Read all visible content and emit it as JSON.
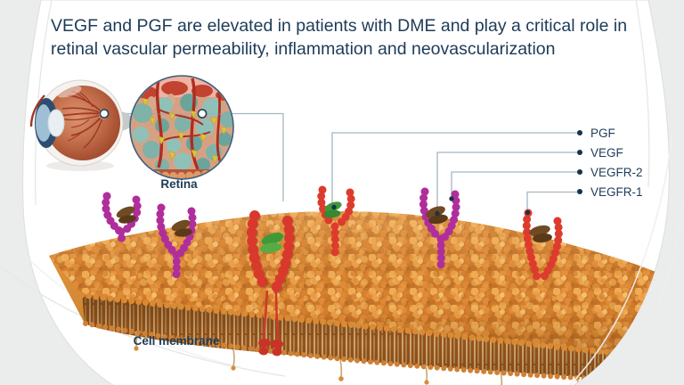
{
  "title": {
    "line1": "VEGF and PGF are elevated in patients with DME and play a critical role in",
    "line2": "retinal vascular permeability, inflammation and neovascularization"
  },
  "illustration": {
    "retina_label": "Retina",
    "cell_membrane_label": "Cell membrane"
  },
  "legend": {
    "items": [
      {
        "label": "PGF"
      },
      {
        "label": "VEGF"
      },
      {
        "label": "VEGFR-2"
      },
      {
        "label": "VEGFR-1"
      }
    ]
  },
  "colors": {
    "text_navy": "#1d3b58",
    "marker_navy": "#16334d",
    "connector_gray": "#a3b6c0",
    "receptor_magenta": "#b02e9b",
    "receptor_red": "#dd3b2d",
    "ligand_green": "#47a03a",
    "ligand_brown": "#6f4a22",
    "membrane_orange": "#e0913c",
    "retina_teal": "#7fb4ab",
    "background_gray": "#ebecec",
    "card_white": "#ffffff"
  }
}
